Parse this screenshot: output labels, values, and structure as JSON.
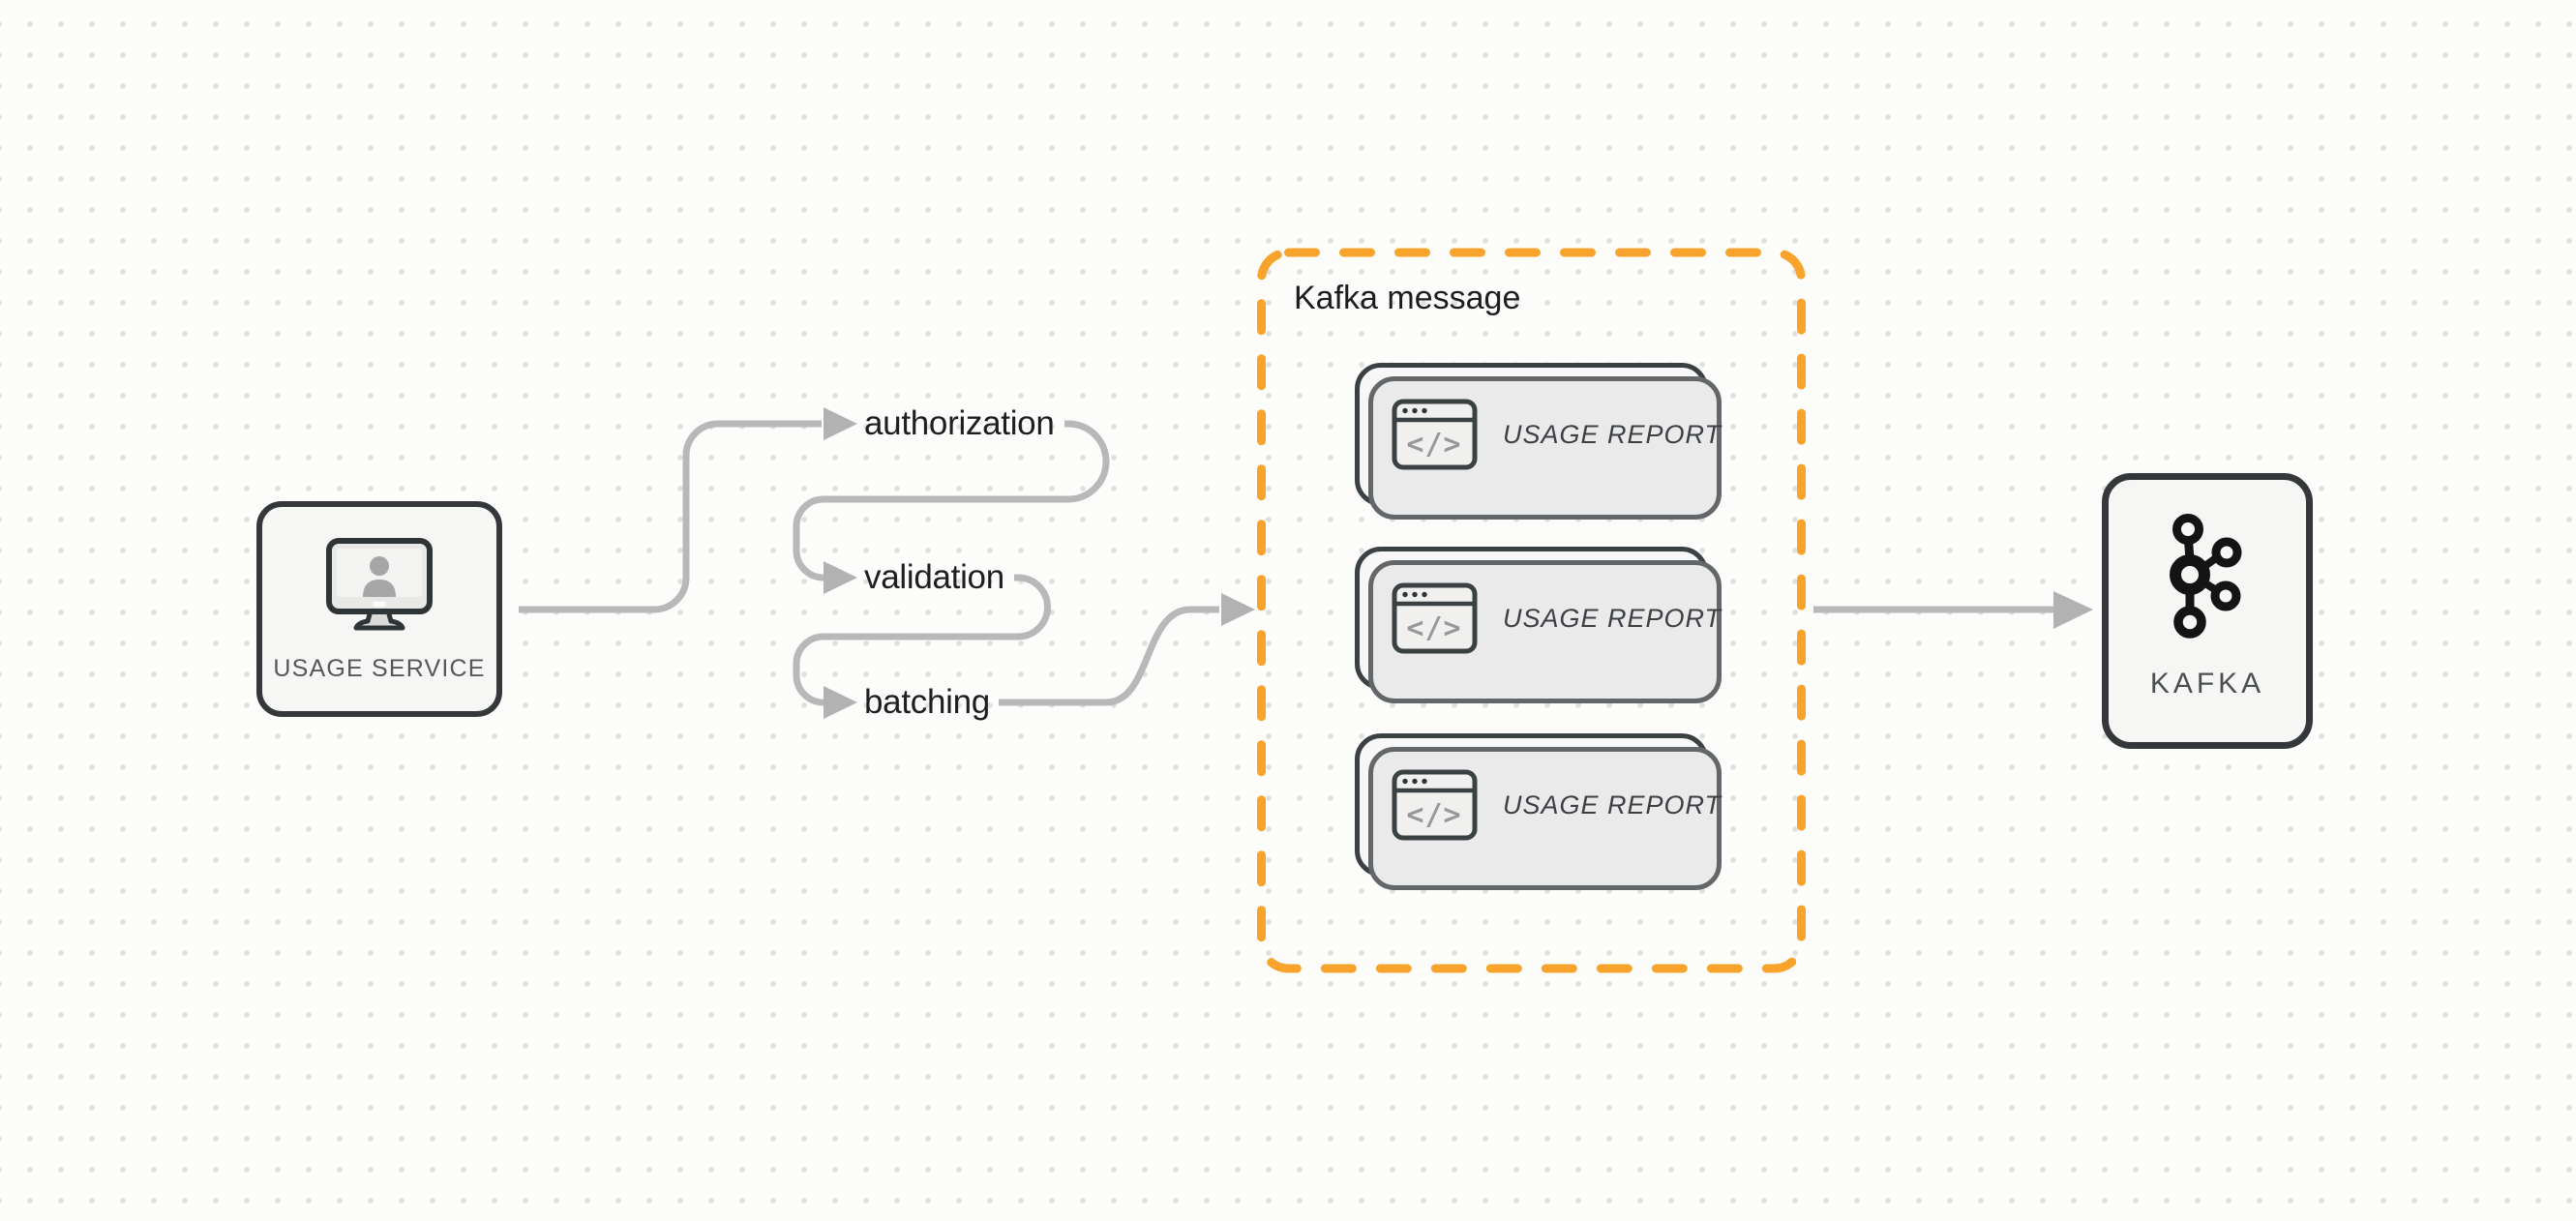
{
  "colors": {
    "background": "#FCFCFB",
    "dot_grid": "#DFDFDE",
    "accent_orange": "#F8A32B",
    "connector_gray": "#B8B8B8",
    "node_border_dark": "#34383B"
  },
  "nodes": {
    "usage_service": {
      "label": "USAGE SERVICE",
      "icon": "monitor-user-icon"
    },
    "kafka": {
      "label": "KAFKA",
      "icon": "kafka-logo-icon"
    }
  },
  "flow_steps": [
    {
      "label": "authorization"
    },
    {
      "label": "validation"
    },
    {
      "label": "batching"
    }
  ],
  "kafka_message_group": {
    "title": "Kafka message",
    "code_glyph": "</>",
    "cards": [
      {
        "label": "USAGE REPORT",
        "icon": "code-window-icon"
      },
      {
        "label": "USAGE REPORT",
        "icon": "code-window-icon"
      },
      {
        "label": "USAGE REPORT",
        "icon": "code-window-icon"
      }
    ]
  }
}
